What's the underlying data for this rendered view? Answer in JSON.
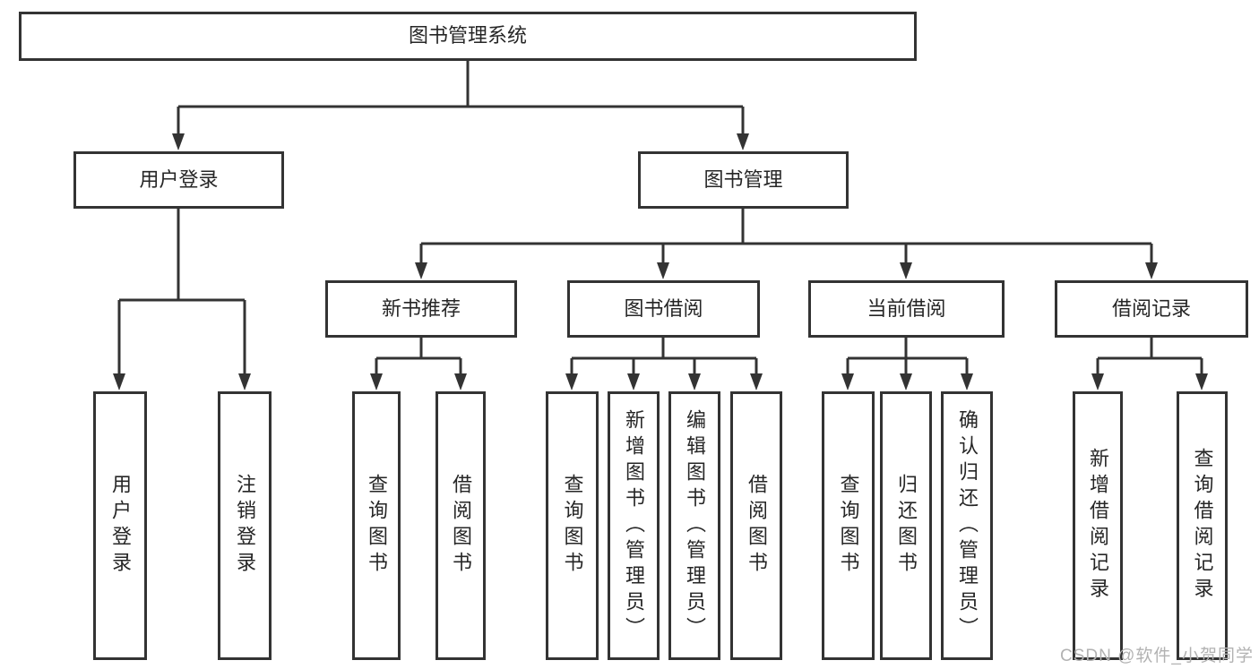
{
  "diagram": {
    "root": "图书管理系统",
    "branches": [
      {
        "label": "用户登录",
        "children": [
          "用户登录",
          "注销登录"
        ]
      },
      {
        "label": "图书管理",
        "groups": [
          {
            "label": "新书推荐",
            "children": [
              "查询图书",
              "借阅图书"
            ]
          },
          {
            "label": "图书借阅",
            "children": [
              "查询图书",
              "新增图书（管理员）",
              "编辑图书（管理员）",
              "借阅图书"
            ]
          },
          {
            "label": "当前借阅",
            "children": [
              "查询图书",
              "归还图书",
              "确认归还（管理员）"
            ]
          },
          {
            "label": "借阅记录",
            "children": [
              "新增借阅记录",
              "查询借阅记录"
            ]
          }
        ]
      }
    ],
    "line_color": "#333333",
    "box_background": "#ffffff"
  },
  "watermark": "CSDN @软件_小贺同学"
}
